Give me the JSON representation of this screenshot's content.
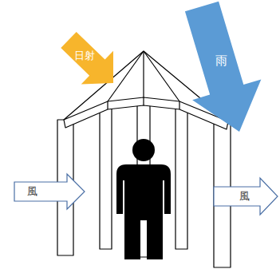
{
  "diagram": {
    "nodes": [
      {
        "text": [
          "日射"
        ]
      },
      {
        "text": [
          "雨"
        ]
      },
      {
        "text": [
          "風"
        ]
      },
      {
        "text": [
          "風"
        ]
      }
    ],
    "edges": []
  }
}
